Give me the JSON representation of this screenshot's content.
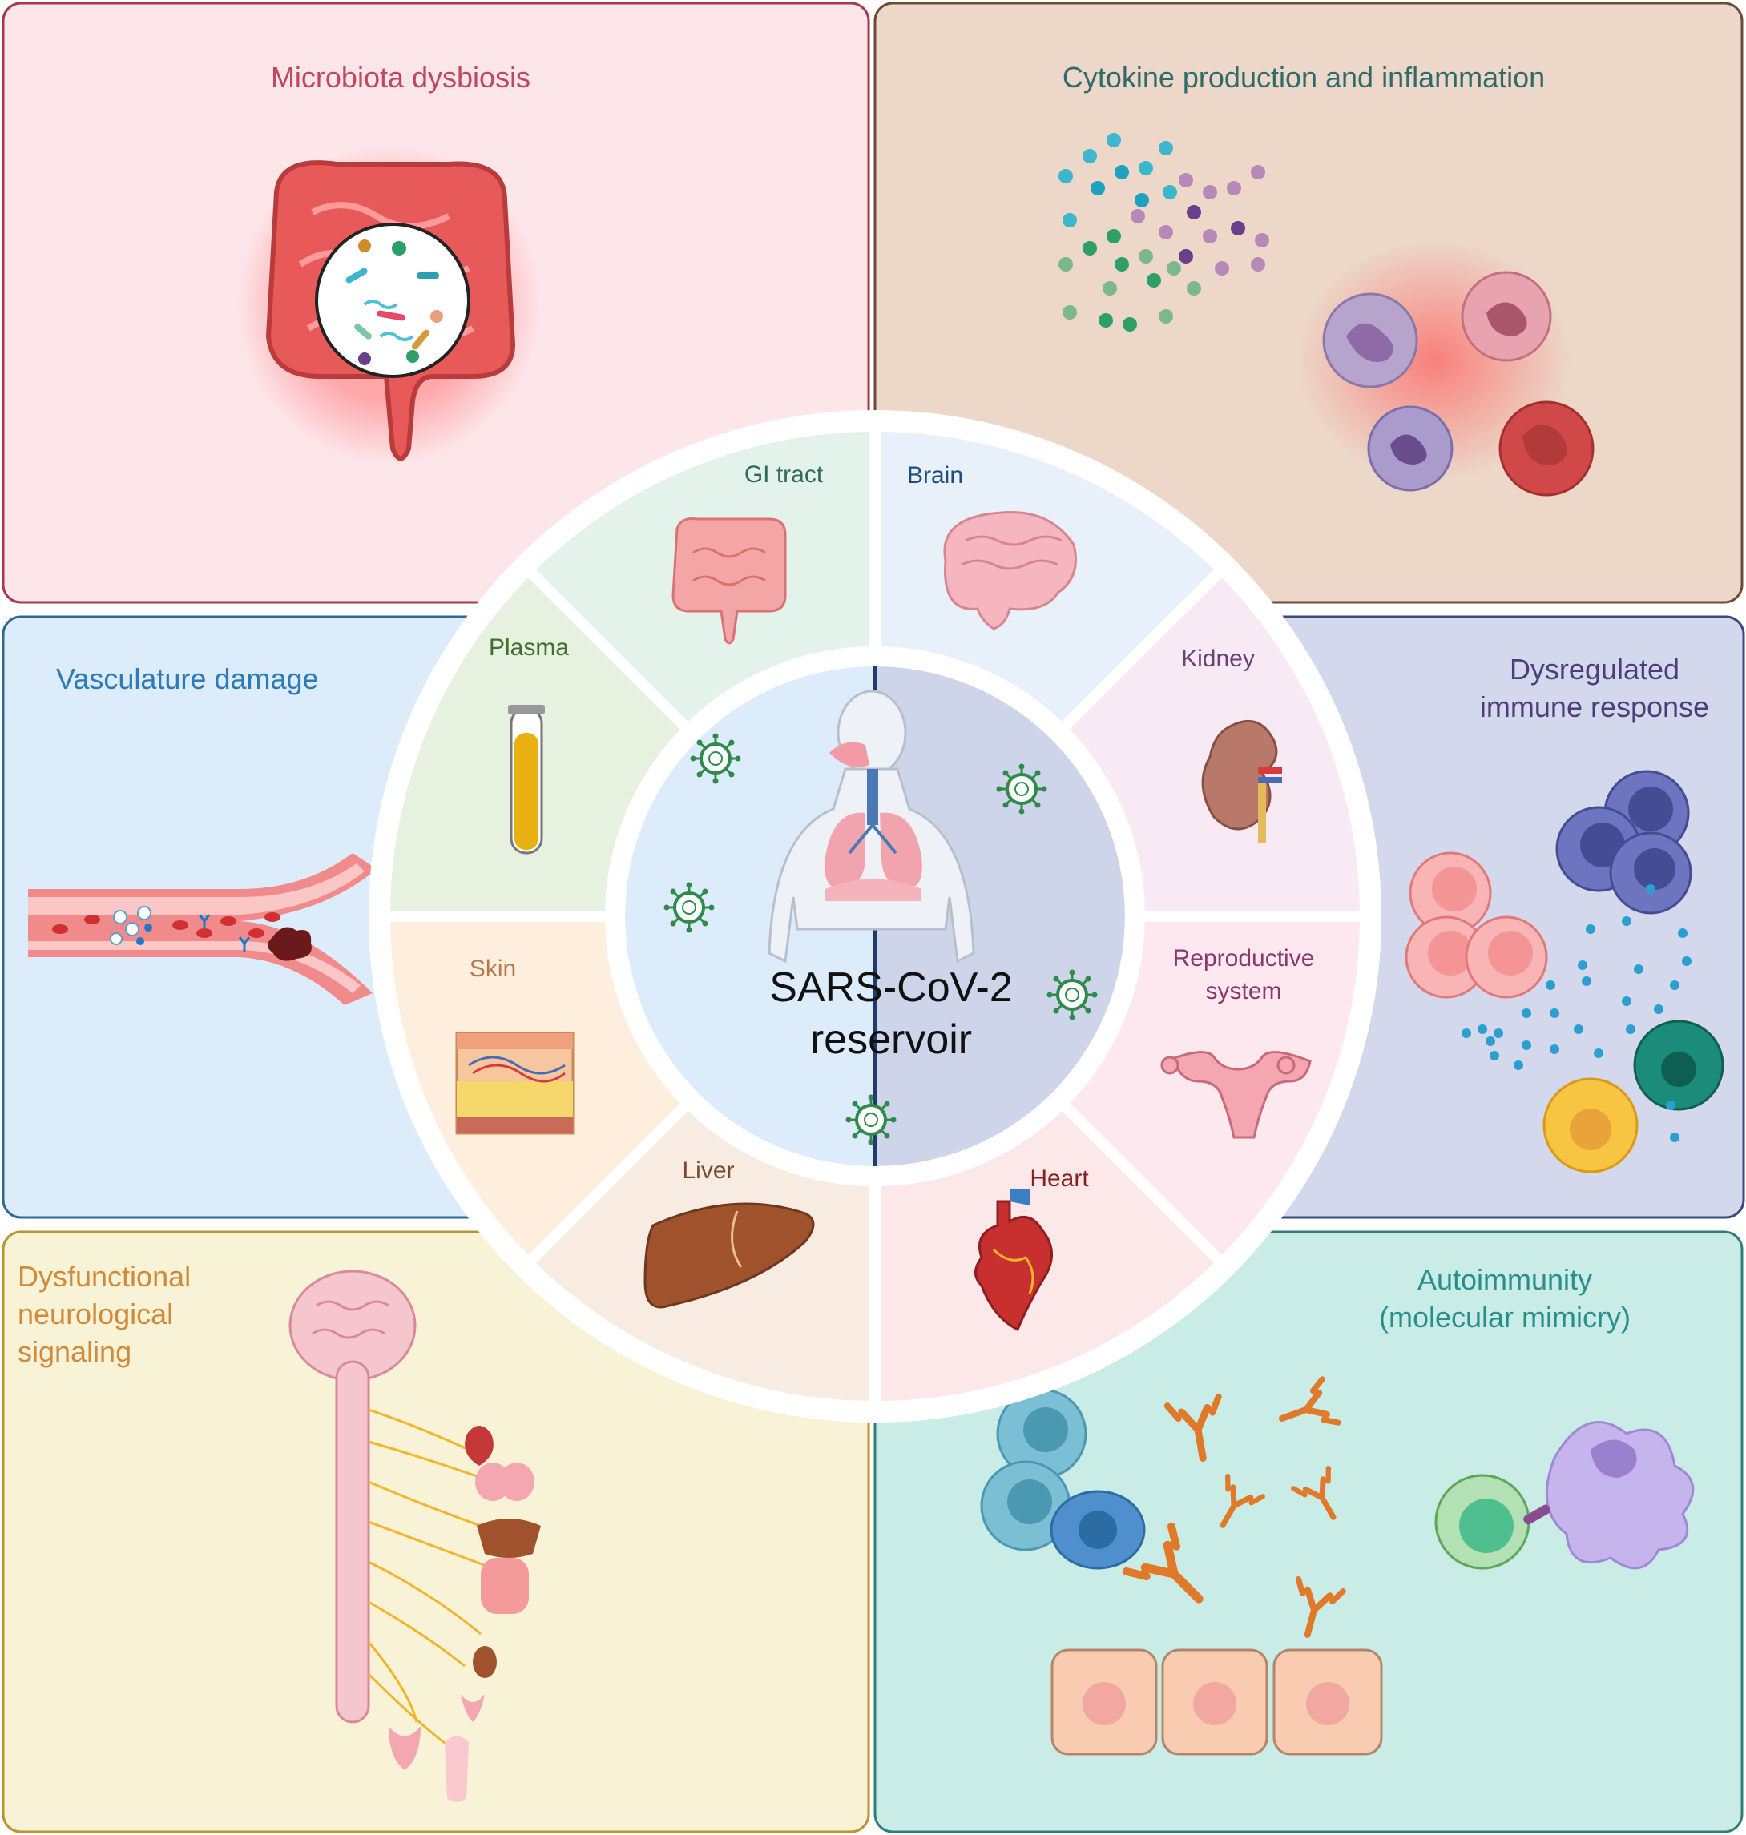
{
  "panels": {
    "microbiota": {
      "title": "Microbiota dysbiosis"
    },
    "cytokine": {
      "title": "Cytokine production and inflammation"
    },
    "vasculature": {
      "title": "Vasculature damage"
    },
    "immune": {
      "title_line1": "Dysregulated",
      "title_line2": "immune response"
    },
    "neuro": {
      "title_line1": "Dysfunctional",
      "title_line2": "neurological",
      "title_line3": "signaling"
    },
    "autoimmunity": {
      "title_line1": "Autoimmunity",
      "title_line2": "(molecular mimicry)"
    }
  },
  "wheel": {
    "center_line1": "SARS-CoV-2",
    "center_line2": "reservoir",
    "sectors": {
      "gi": "GI tract",
      "brain": "Brain",
      "kidney": "Kidney",
      "reproductive_line1": "Reproductive",
      "reproductive_line2": "system",
      "heart": "Heart",
      "liver": "Liver",
      "skin": "Skin",
      "plasma": "Plasma"
    }
  },
  "colors": {
    "microbiota_bg": "#fde6ea",
    "microbiota_border": "#a53a4e",
    "cytokine_bg": "#ecd7c8",
    "cytokine_border": "#6b4a3a",
    "vasculature_bg": "#dcecfa",
    "vasculature_border": "#2d6a95",
    "immune_bg": "#d3d8ec",
    "immune_border": "#3a4a80",
    "neuro_bg": "#f8f3d7",
    "neuro_border": "#b8952f",
    "autoimmunity_bg": "#c9ece7",
    "autoimmunity_border": "#2f7f78",
    "virus": "#2e8b4a"
  }
}
